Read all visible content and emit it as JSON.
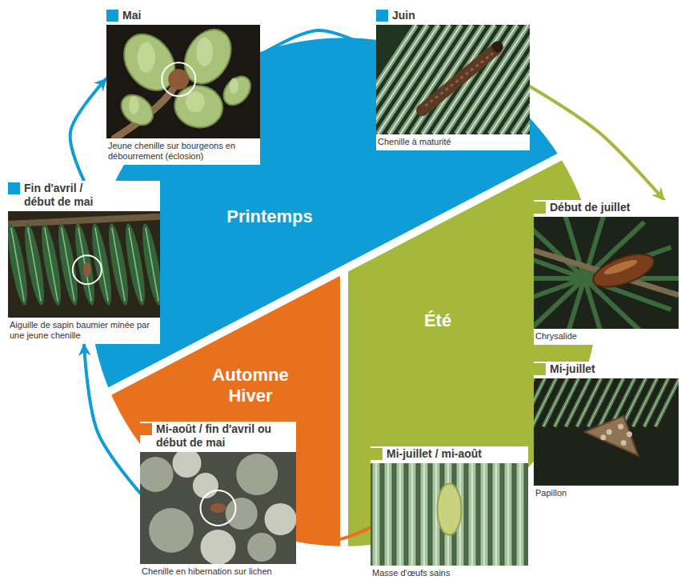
{
  "diagram": {
    "nodes": [
      {
        "text": [
          "Mai",
          "Jeune chenille sur bourgeons en débourrement (éclosion)"
        ]
      },
      {
        "text": [
          "Juin",
          "Chenille à maturité"
        ]
      },
      {
        "text": [
          "Début de juillet",
          "Chrysalide"
        ]
      },
      {
        "text": [
          "Mi-juillet",
          "Papillon"
        ]
      },
      {
        "text": [
          "Mi-juillet / mi-août",
          "Masse d'œufs sains"
        ]
      },
      {
        "text": [
          "Mi-août / fin d'avril ou début de mai",
          "Chenille en hibernation sur lichen"
        ]
      },
      {
        "text": [
          "Fin d'avril / début de mai",
          "Aiguille de sapin baumier minée par une jeune chenille"
        ]
      }
    ],
    "edges": [
      {
        "from": 0,
        "to": 1,
        "arrow": "to"
      },
      {
        "from": 1,
        "to": 2,
        "arrow": "to"
      },
      {
        "from": 4,
        "to": 5,
        "arrow": "to"
      },
      {
        "from": 5,
        "to": 6,
        "arrow": "to"
      },
      {
        "from": 6,
        "to": 0,
        "arrow": "to"
      }
    ],
    "labels": [
      "Printemps",
      "Été",
      "Automne Hiver"
    ]
  }
}
